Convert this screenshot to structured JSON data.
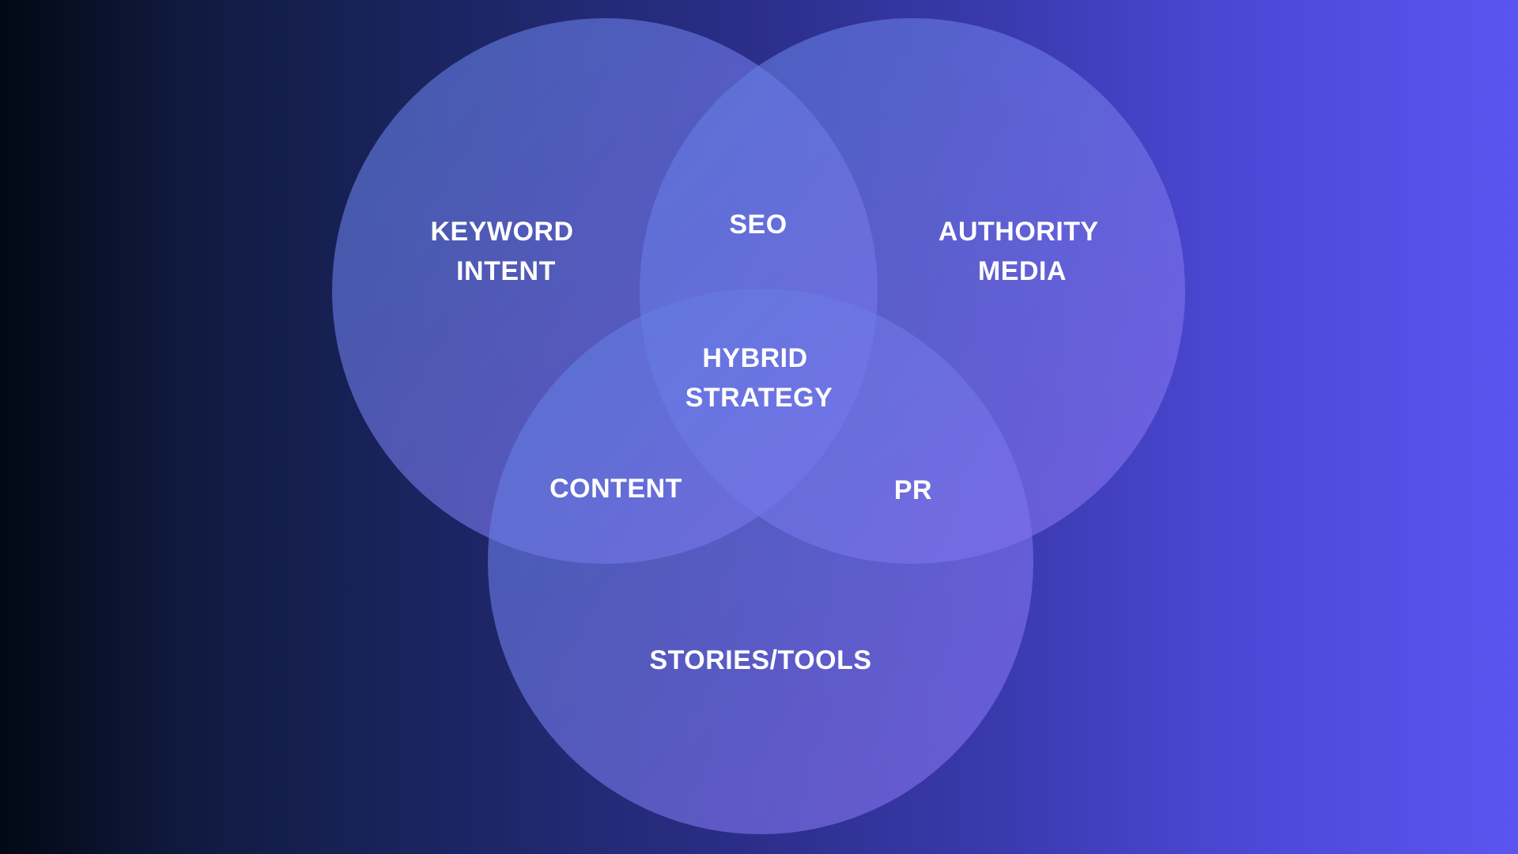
{
  "diagram": {
    "type": "venn",
    "colors": {
      "circle_fill_start": "#5c7fe0",
      "circle_fill_end": "#8a6ff0",
      "label": "#ffffff"
    },
    "sets": [
      {
        "id": "keyword-intent",
        "lines": [
          "KEYWORD",
          "INTENT"
        ]
      },
      {
        "id": "authority-media",
        "lines": [
          "AUTHORITY",
          "MEDIA"
        ]
      },
      {
        "id": "stories-tools",
        "lines": [
          "STORIES/TOOLS"
        ]
      }
    ],
    "overlaps": [
      {
        "id": "seo",
        "sets": [
          "keyword-intent",
          "authority-media"
        ],
        "lines": [
          "SEO"
        ]
      },
      {
        "id": "content",
        "sets": [
          "keyword-intent",
          "stories-tools"
        ],
        "lines": [
          "CONTENT"
        ]
      },
      {
        "id": "pr",
        "sets": [
          "authority-media",
          "stories-tools"
        ],
        "lines": [
          "PR"
        ]
      },
      {
        "id": "hybrid-strategy",
        "sets": [
          "keyword-intent",
          "authority-media",
          "stories-tools"
        ],
        "lines": [
          "HYBRID",
          "STRATEGY"
        ]
      }
    ]
  }
}
